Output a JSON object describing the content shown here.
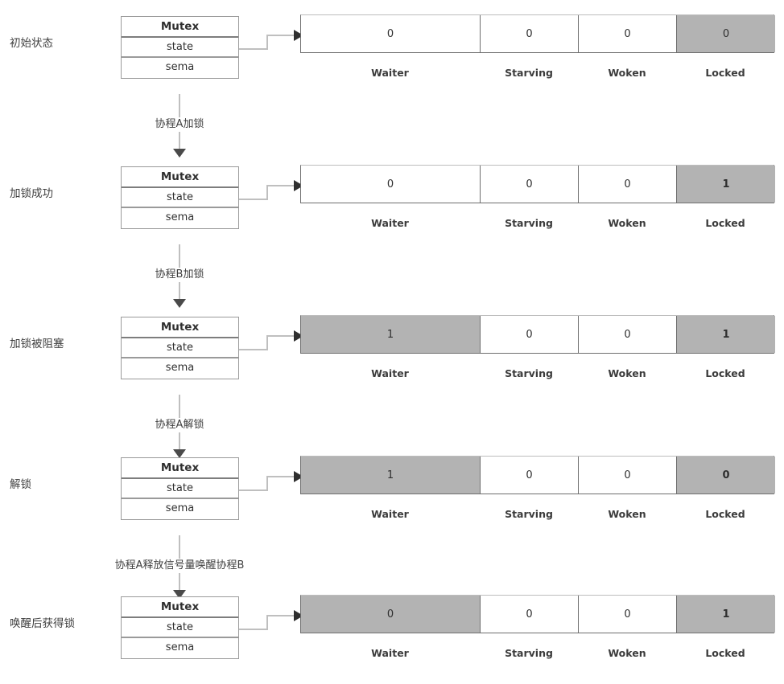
{
  "diagram": {
    "title": "Go Mutex state transition diagram",
    "colors": {
      "shaded_cell": "#b3b3b3",
      "cell_border": "#6e6e6e",
      "box_border": "#9a9a9a",
      "arrow_line": "#bfbfbf",
      "arrow_head": "#4a4a4a",
      "text": "#3c3c3c"
    },
    "struct": {
      "title": "Mutex",
      "fields": [
        "state",
        "sema"
      ]
    },
    "bitfield_captions": [
      "Waiter",
      "Starving",
      "Woken",
      "Locked"
    ],
    "stages": [
      {
        "label": "初始状态",
        "struct_title": "Mutex",
        "fields": [
          "state",
          "sema"
        ],
        "bits": [
          {
            "name": "Waiter",
            "value": "0",
            "shaded": false,
            "bold": false
          },
          {
            "name": "Starving",
            "value": "0",
            "shaded": false,
            "bold": false
          },
          {
            "name": "Woken",
            "value": "0",
            "shaded": false,
            "bold": false
          },
          {
            "name": "Locked",
            "value": "0",
            "shaded": true,
            "bold": false
          }
        ]
      },
      {
        "label": "加锁成功",
        "struct_title": "Mutex",
        "fields": [
          "state",
          "sema"
        ],
        "bits": [
          {
            "name": "Waiter",
            "value": "0",
            "shaded": false,
            "bold": false
          },
          {
            "name": "Starving",
            "value": "0",
            "shaded": false,
            "bold": false
          },
          {
            "name": "Woken",
            "value": "0",
            "shaded": false,
            "bold": false
          },
          {
            "name": "Locked",
            "value": "1",
            "shaded": true,
            "bold": true
          }
        ]
      },
      {
        "label": "加锁被阻塞",
        "struct_title": "Mutex",
        "fields": [
          "state",
          "sema"
        ],
        "bits": [
          {
            "name": "Waiter",
            "value": "1",
            "shaded": true,
            "bold": false
          },
          {
            "name": "Starving",
            "value": "0",
            "shaded": false,
            "bold": false
          },
          {
            "name": "Woken",
            "value": "0",
            "shaded": false,
            "bold": false
          },
          {
            "name": "Locked",
            "value": "1",
            "shaded": true,
            "bold": true
          }
        ]
      },
      {
        "label": "解锁",
        "struct_title": "Mutex",
        "fields": [
          "state",
          "sema"
        ],
        "bits": [
          {
            "name": "Waiter",
            "value": "1",
            "shaded": true,
            "bold": false
          },
          {
            "name": "Starving",
            "value": "0",
            "shaded": false,
            "bold": false
          },
          {
            "name": "Woken",
            "value": "0",
            "shaded": false,
            "bold": false
          },
          {
            "name": "Locked",
            "value": "0",
            "shaded": true,
            "bold": true
          }
        ]
      },
      {
        "label": "唤醒后获得锁",
        "struct_title": "Mutex",
        "fields": [
          "state",
          "sema"
        ],
        "bits": [
          {
            "name": "Waiter",
            "value": "0",
            "shaded": true,
            "bold": false
          },
          {
            "name": "Starving",
            "value": "0",
            "shaded": false,
            "bold": false
          },
          {
            "name": "Woken",
            "value": "0",
            "shaded": false,
            "bold": false
          },
          {
            "name": "Locked",
            "value": "1",
            "shaded": true,
            "bold": true
          }
        ]
      }
    ],
    "transitions": [
      {
        "label": "协程A加锁"
      },
      {
        "label": "协程B加锁"
      },
      {
        "label": "协程A解锁"
      },
      {
        "label": "协程A释放信号量唤醒协程B"
      }
    ]
  }
}
